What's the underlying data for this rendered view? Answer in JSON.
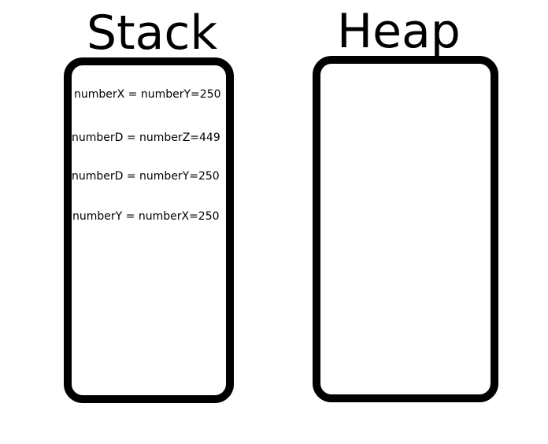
{
  "stack": {
    "title": "Stack",
    "entries": [
      "numberX = numberY=250",
      "numberD = numberZ=449",
      "numberD = numberY=250",
      "numberY = numberX=250"
    ]
  },
  "heap": {
    "title": "Heap"
  }
}
